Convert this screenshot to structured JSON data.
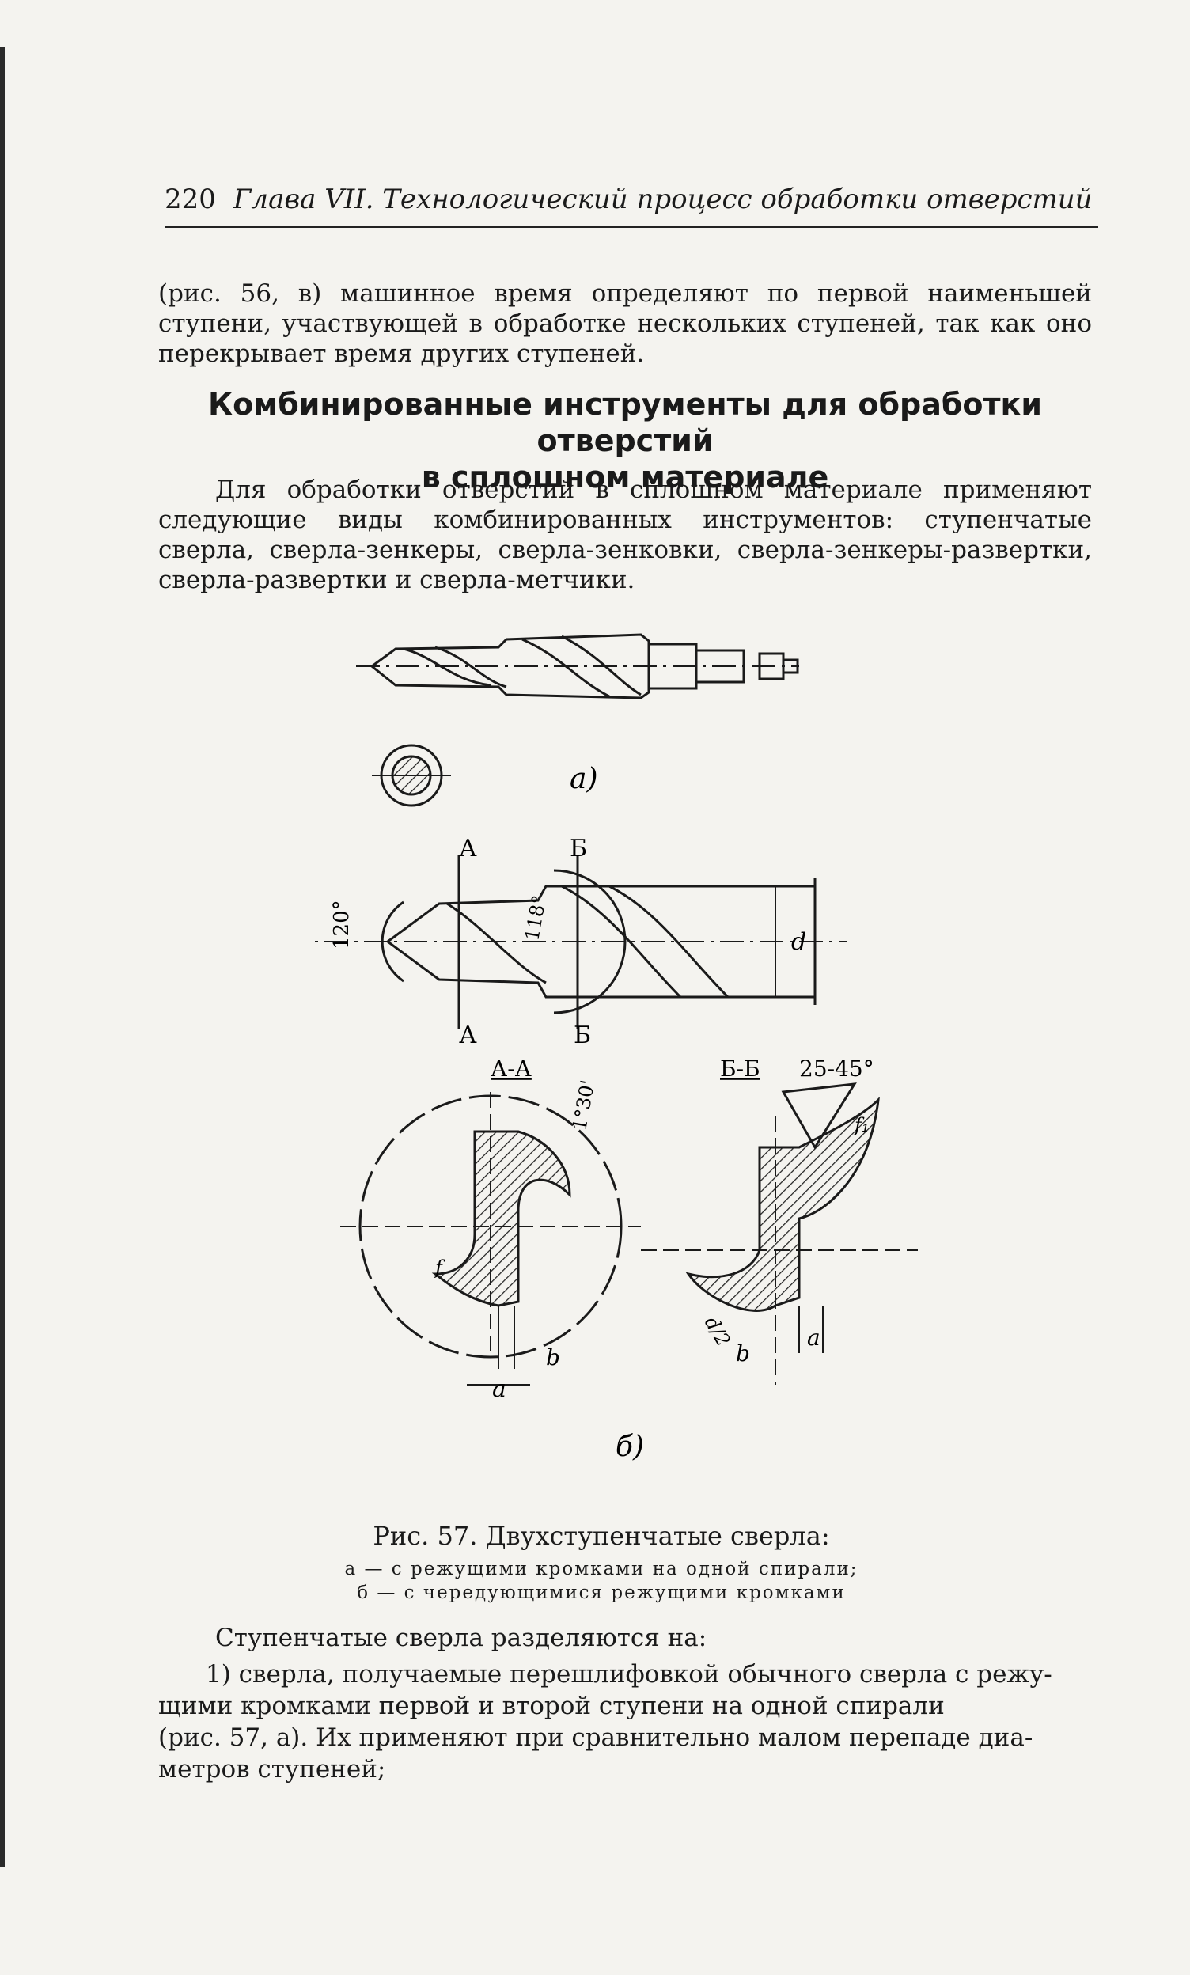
{
  "header": {
    "page_number": "220",
    "running_title": "Глава VII. Технологический процесс обработки отверстий"
  },
  "intro_paragraph": "(рис. 56, в) машинное время определяют по первой наименьшей ступени, участвующей в обработке нескольких ступеней, так как оно перекрывает время других ступеней.",
  "section_heading": {
    "line1": "Комбинированные инструменты для обработки отверстий",
    "line2": "в сплошном материале"
  },
  "body_paragraph": "Для обработки отверстий в сплошном материале применяют следующие виды комбинированных инструментов: ступенчатые сверла, сверла-зенкеры, сверла-зенковки, сверла-зенкеры-развертки, сверла-развертки и сверла-метчики.",
  "figure": {
    "label_a": "а)",
    "label_b": "б)",
    "section_A": "А",
    "section_B": "Б",
    "view_AA": "А-А",
    "view_BB": "Б-Б",
    "angle_120": "120°",
    "angle_118": "118°",
    "angle_1_30": "1°30'",
    "angle_25_45": "25-45°",
    "dim_d": "d",
    "dim_a": "a",
    "dim_b": "b",
    "dim_f": "f",
    "dim_f1": "f₁",
    "dim_b_sec": "b",
    "dim_d_half": "d/2"
  },
  "caption": {
    "title": "Рис. 57. Двухступенчатые сверла:",
    "line_a": "а — с режущими кромками на одной спирали;",
    "line_b": "б — с чередующимися режущими кромками"
  },
  "list_intro": "Ступенчатые сверла разделяются на:",
  "list_item_1": {
    "line1": "1) сверла, получаемые перешлифовкой обычного сверла с режу-",
    "line2": "щими кромками первой и второй ступени на одной спирали",
    "line3": "(рис. 57, а). Их применяют при сравнительно малом перепаде диа-",
    "line4": "метров ступеней;"
  }
}
